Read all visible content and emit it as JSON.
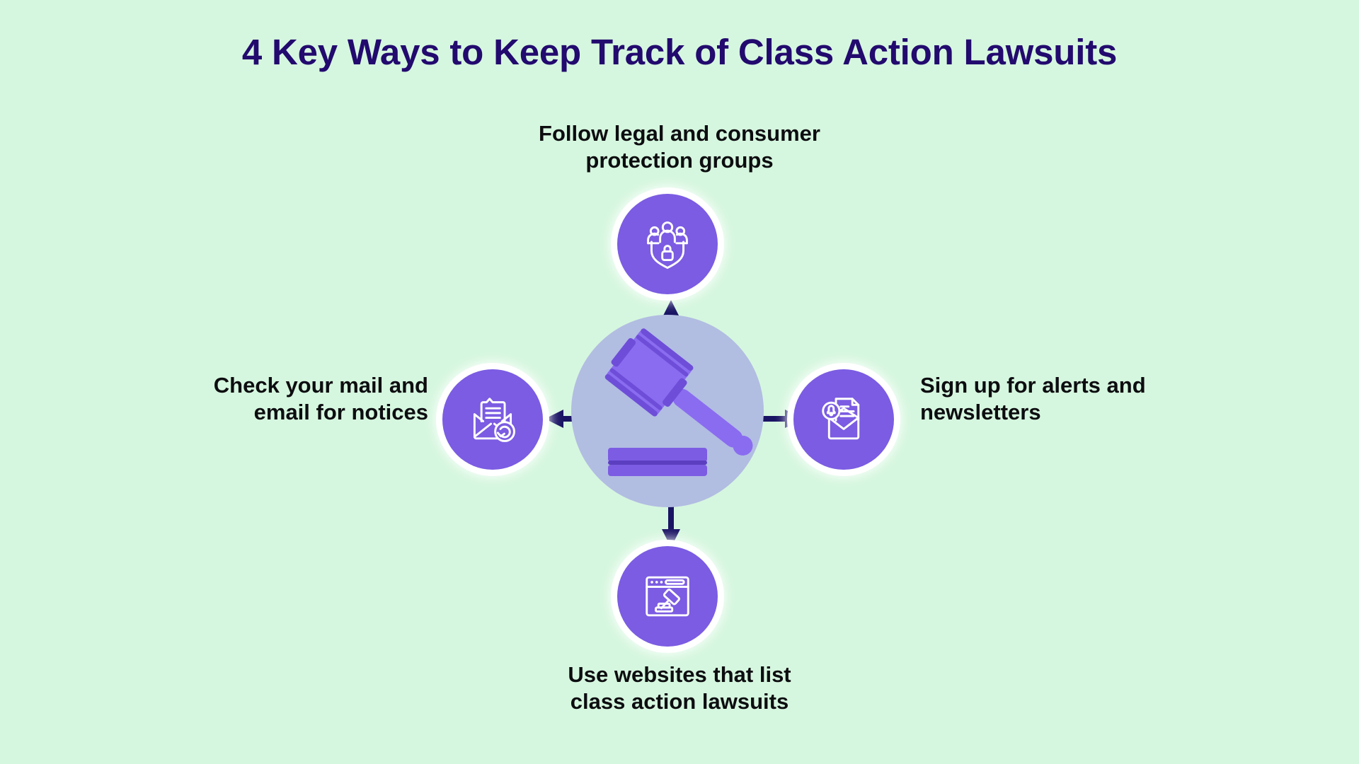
{
  "page": {
    "title": "4 Key Ways to Keep Track of Class Action Lawsuits",
    "background_color": "#d6f7df",
    "title_color": "#220a6e",
    "accent_purple": "#7b5ce2",
    "hub_color": "#b2bde2",
    "arrow_color": "#1a1464",
    "label_color": "#0d0d10"
  },
  "center": {
    "icon": "gavel-icon",
    "icon_label": "gavel"
  },
  "nodes": [
    {
      "position": "top",
      "icon": "people-shield-lock-icon",
      "label_line1": "Follow legal and consumer",
      "label_line2": "protection groups"
    },
    {
      "position": "right",
      "icon": "envelope-bell-alert-icon",
      "label_line1": "Sign up for alerts and",
      "label_line2": "newsletters"
    },
    {
      "position": "bottom",
      "icon": "browser-gavel-icon",
      "label_line1": "Use websites that list",
      "label_line2": "class action lawsuits"
    },
    {
      "position": "left",
      "icon": "envelope-letter-check-icon",
      "label_line1": "Check your mail and",
      "label_line2": "email for notices"
    }
  ]
}
